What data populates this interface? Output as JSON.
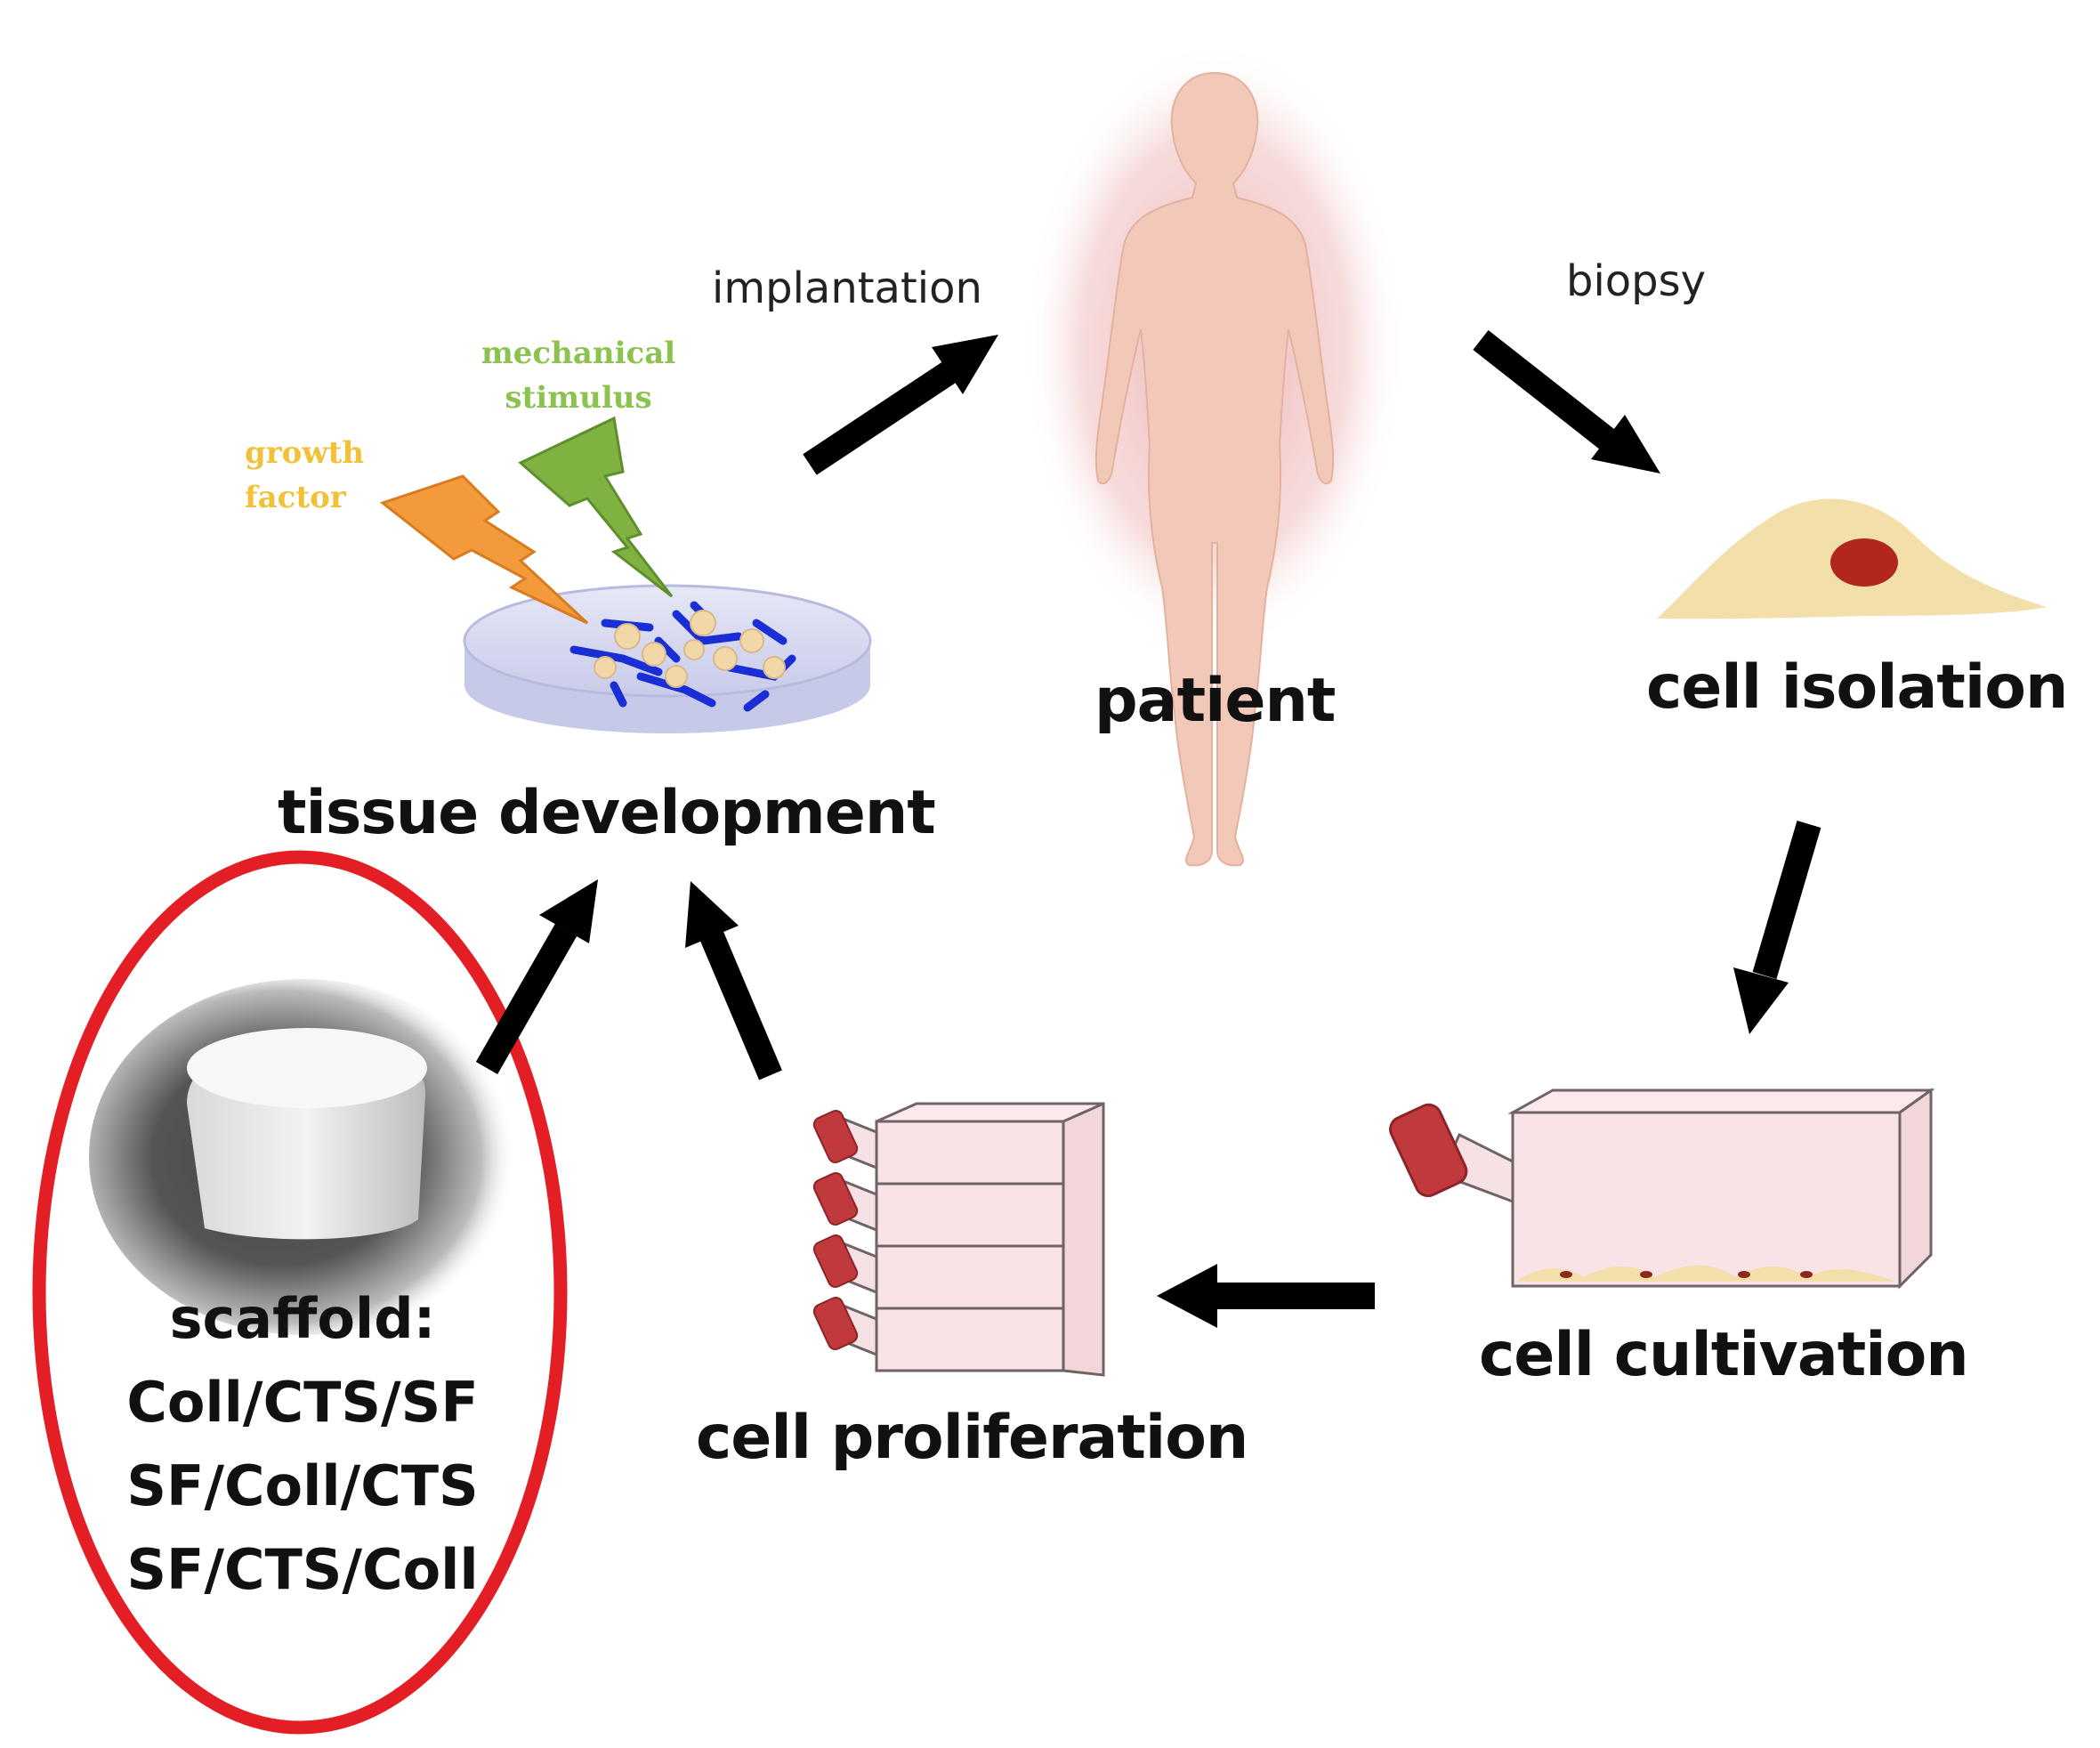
{
  "labels": {
    "implantation": "implantation",
    "biopsy": "biopsy",
    "patient": "patient",
    "cell_isolation": "cell isolation",
    "tissue_development": "tissue development",
    "cell_cultivation": "cell cultivation",
    "cell_proliferation": "cell proliferation",
    "mechanical_stimulus_line1": "mechanical",
    "mechanical_stimulus_line2": "stimulus",
    "growth_factor_line1": "growth",
    "growth_factor_line2": "factor"
  },
  "scaffold": {
    "title": "scaffold:",
    "items": [
      "Coll/CTS/SF",
      "SF/Coll/CTS",
      "SF/CTS/Coll"
    ]
  },
  "colors": {
    "arrow": "#000000",
    "scaffold_ring": "#e31e24",
    "mechanical_stimulus": "#7fb241",
    "growth_factor": "#f39a3c",
    "growth_factor_text": "#f2c13a",
    "mechanical_text": "#8cc24f",
    "flask_body": "#f9e3e6",
    "flask_cap": "#c0393d",
    "cell_body": "#f3dfa9",
    "cell_nucleus": "#b3261e",
    "patient_skin": "#f2c9b8",
    "dish": "#d9daf1",
    "fibers": "#1a2ed6"
  }
}
